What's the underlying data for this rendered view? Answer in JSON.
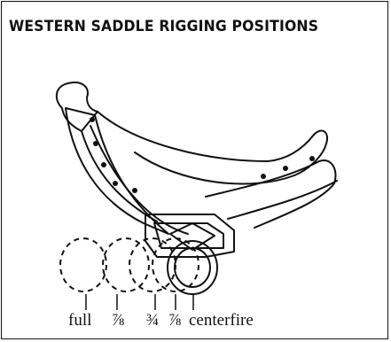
{
  "title": "WESTERN SADDLE RIGGING POSITIONS",
  "positions": [
    {
      "label": "full"
    },
    {
      "label": "⅞"
    },
    {
      "label": "¾"
    },
    {
      "label": "⅞"
    },
    {
      "label": "centerfire"
    }
  ]
}
